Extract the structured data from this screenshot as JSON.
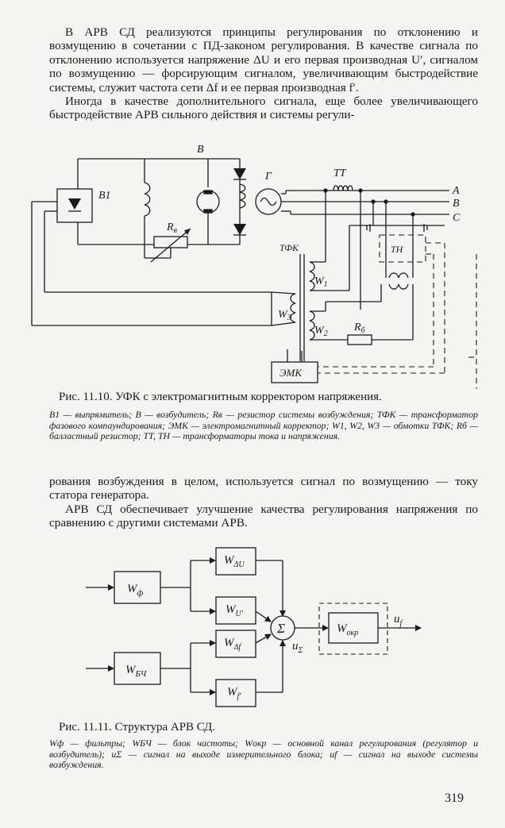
{
  "text": {
    "para1": [
      "В АРВ СД реализуются принципы регулирования по отклонению и возмущению в сочетании с ПД-законом регулирования. В качестве сигнала по отклонению используется напряжение ΔU и его первая производная U′, сигналом по возмущению — форсирующим сигналом, увеличивающим быстродействие системы, служит частота сети Δf и ее первая производная f′.",
      "Иногда в качестве дополнительного сигнала, еще более увеличивающего быстродействие АРВ сильного действия и системы регули-"
    ],
    "para2": [
      "рования возбуждения в целом, используется сигнал по возмущению — току статора генератора.",
      "АРВ СД обеспечивает улучшение качества регулирования напряжения по сравнению с другими системами АРВ."
    ],
    "page_number": "319"
  },
  "figure1": {
    "caption": "Рис. 11.10. УФК с электромагнитным корректором напряжения.",
    "legend": "В1 — выпрямитель; В — возбудитель; Rв — резистор системы возбуждения; ТФК — трансформатор фазового компаундирования; ЭМК — электромагнитный корректор; W1, W2, W3 — обмотки ТФК; Rб — балластный резистор; ТТ, ТН — трансформаторы тока и напряжения.",
    "labels": {
      "b1": "B1",
      "b": "B",
      "g": "Г",
      "tt": "ТТ",
      "phase_a": "A",
      "phase_b": "B",
      "phase_c": "C",
      "rv_main": "R",
      "rv_sub": "в",
      "tfk": "ТФК",
      "tn": "ТН",
      "w1": "W",
      "w1_sub": "1",
      "w2": "W",
      "w2_sub": "2",
      "w3": "W",
      "w3_sub": "3",
      "rb_main": "R",
      "rb_sub": "б",
      "emk": "ЭМК"
    }
  },
  "figure2": {
    "caption": "Рис. 11.11. Структура АРВ СД.",
    "legend": "Wф — фильтры; WБЧ — блок частоты; Wокр — основной канал регулирования (регулятор и возбудитель); uΣ — сигнал на выходе измерительного блока; uf — сигнал на выходе системы возбуждения.",
    "blocks": {
      "wf": "W",
      "wf_sub": "ф",
      "wbch": "W",
      "wbch_sub": "БЧ",
      "wdu": "W",
      "wdu_sub": "ΔU",
      "wu": "W",
      "wu_sub": "U′",
      "wdf": "W",
      "wdf_sub": "Δf",
      "wfp": "W",
      "wfp_sub": "f′",
      "sum": "Σ",
      "u_sigma": "u",
      "u_sigma_sub": "Σ",
      "wokr": "W",
      "wokr_sub": "окр",
      "uf": "u",
      "uf_sub": "f"
    }
  }
}
